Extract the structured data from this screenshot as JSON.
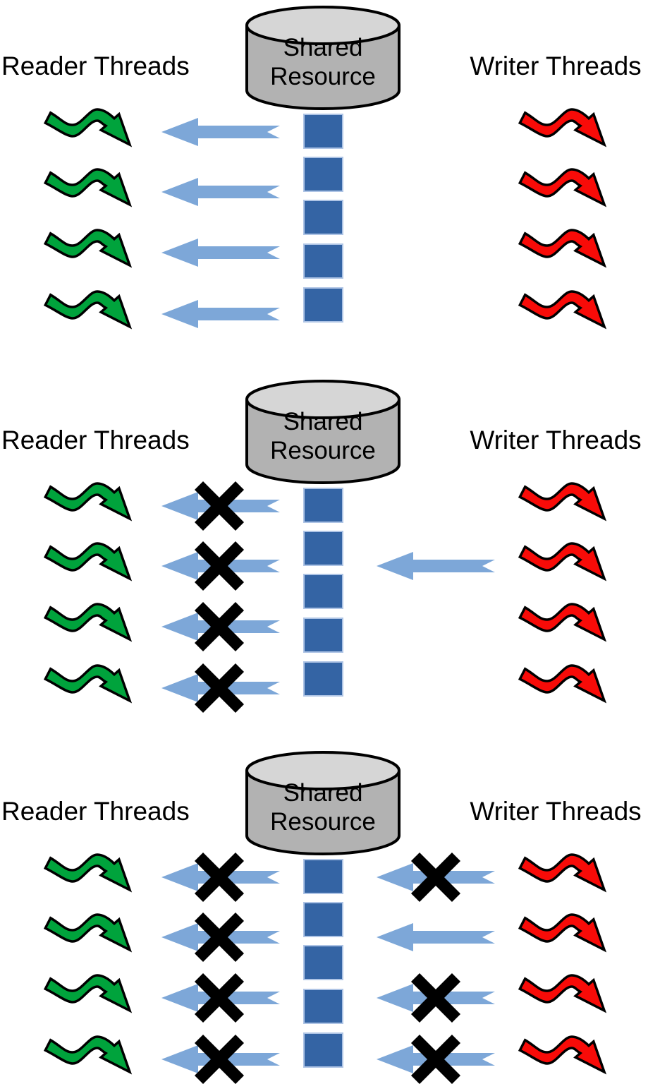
{
  "title": "Reader-Writer Lock Diagram",
  "colors": {
    "reader_arrow": "#00a33c",
    "writer_arrow": "#f80b08",
    "access_arrow": "#7da7d8",
    "queue_square": "#3464a4",
    "cylinder_body": "#b2b2b2",
    "cylinder_top": "#d6d6d6",
    "blocked_x": "#000000",
    "text": "#000000",
    "background": "#ffffff"
  },
  "panels": [
    {
      "reader_label": "Reader Threads",
      "writer_label": "Writer Threads",
      "resource_label": [
        "Shared",
        "Resource"
      ],
      "reader_thread_count": 4,
      "writer_thread_count": 4,
      "queue_slot_count": 5,
      "reader_access_arrows": [
        {
          "blocked": false
        },
        {
          "blocked": false
        },
        {
          "blocked": false
        },
        {
          "blocked": false
        }
      ],
      "writer_access_arrows": []
    },
    {
      "reader_label": "Reader Threads",
      "writer_label": "Writer Threads",
      "resource_label": [
        "Shared",
        "Resource"
      ],
      "reader_thread_count": 4,
      "writer_thread_count": 4,
      "queue_slot_count": 5,
      "reader_access_arrows": [
        {
          "blocked": true
        },
        {
          "blocked": true
        },
        {
          "blocked": true
        },
        {
          "blocked": true
        }
      ],
      "writer_access_arrows": [
        {
          "row": 2,
          "blocked": false
        }
      ]
    },
    {
      "reader_label": "Reader Threads",
      "writer_label": "Writer Threads",
      "resource_label": [
        "Shared",
        "Resource"
      ],
      "reader_thread_count": 4,
      "writer_thread_count": 4,
      "queue_slot_count": 5,
      "reader_access_arrows": [
        {
          "blocked": true
        },
        {
          "blocked": true
        },
        {
          "blocked": true
        },
        {
          "blocked": true
        }
      ],
      "writer_access_arrows": [
        {
          "row": 1,
          "blocked": true
        },
        {
          "row": 2,
          "blocked": false
        },
        {
          "row": 3,
          "blocked": true
        },
        {
          "row": 4,
          "blocked": true
        }
      ]
    }
  ]
}
